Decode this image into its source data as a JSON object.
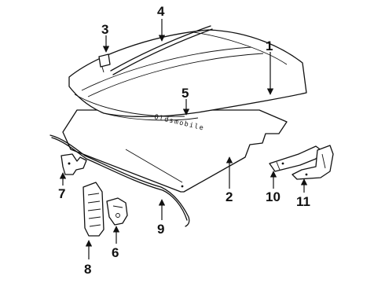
{
  "callouts": {
    "c1": "1",
    "c2": "2",
    "c3": "3",
    "c4": "4",
    "c5": "5",
    "c6": "6",
    "c7": "7",
    "c8": "8",
    "c9": "9",
    "c10": "10",
    "c11": "11"
  },
  "emblem_text": "Oldsmobile",
  "colors": {
    "line": "#111111",
    "background": "#ffffff"
  }
}
